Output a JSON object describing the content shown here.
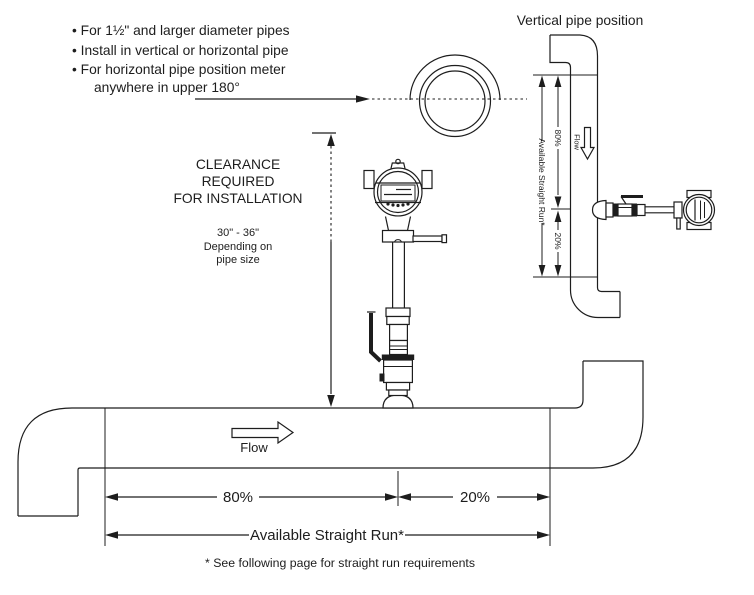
{
  "diagram_title": "Vertical pipe position",
  "notes": {
    "line1": "• For 1½\" and larger diameter pipes",
    "line2": "• Install in vertical or horizontal pipe",
    "line3": "• For horizontal pipe position meter",
    "line4": "anywhere in upper 180°"
  },
  "clearance_note": {
    "line1": "CLEARANCE",
    "line2": "REQUIRED",
    "line3": "FOR INSTALLATION",
    "size_line1": "30\" - 36\"",
    "size_line2": "Depending on",
    "size_line3": "pipe size"
  },
  "horizontal_pipe": {
    "flow_label": "Flow",
    "upstream_pct": "80%",
    "downstream_pct": "20%",
    "straight_run_label": "Available Straight Run*"
  },
  "vertical_pipe": {
    "flow_label": "Flow",
    "upstream_pct": "80%",
    "downstream_pct": "20%",
    "straight_run_label": "Available Straight Run*"
  },
  "footnote": "* See following page for straight run requirements",
  "colors": {
    "ink": "#1d1d1d",
    "background": "#ffffff"
  }
}
